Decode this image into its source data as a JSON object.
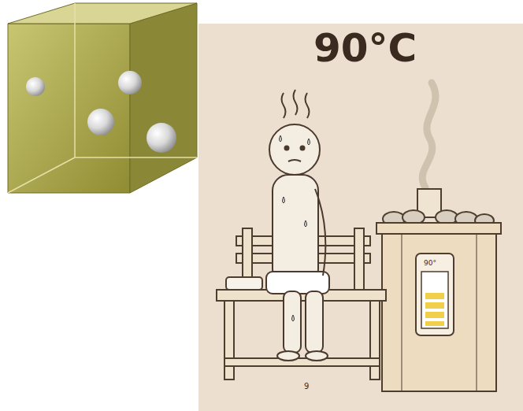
{
  "diagram": {
    "labels": [
      "90°C",
      "90°",
      "9"
    ]
  }
}
